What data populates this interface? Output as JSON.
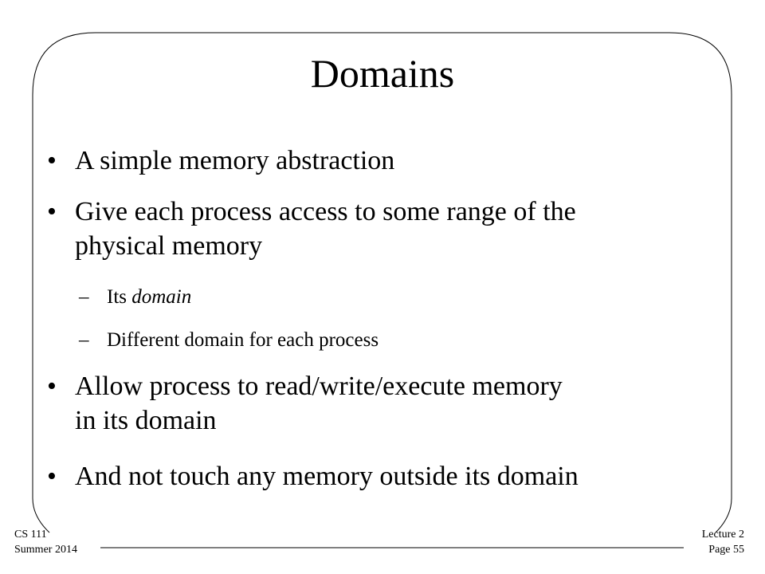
{
  "title": "Domains",
  "bullets": [
    {
      "lines": [
        "A simple memory abstraction"
      ]
    },
    {
      "lines": [
        "Give each process access to some range of the",
        "physical memory"
      ]
    },
    {
      "sub": [
        {
          "pre": "Its ",
          "em": "domain"
        },
        {
          "pre": "Different domain for each process",
          "em": ""
        }
      ]
    },
    {
      "lines": [
        "Allow process to read/write/execute memory",
        "in its domain"
      ]
    },
    {
      "lines": [
        "And not touch any memory outside its domain"
      ]
    }
  ],
  "bullet_glyph": "•",
  "sub_glyph": "–",
  "footer": {
    "course": "CS 111",
    "term": "Summer 2014",
    "lecture": "Lecture 2",
    "page": "Page 55"
  }
}
